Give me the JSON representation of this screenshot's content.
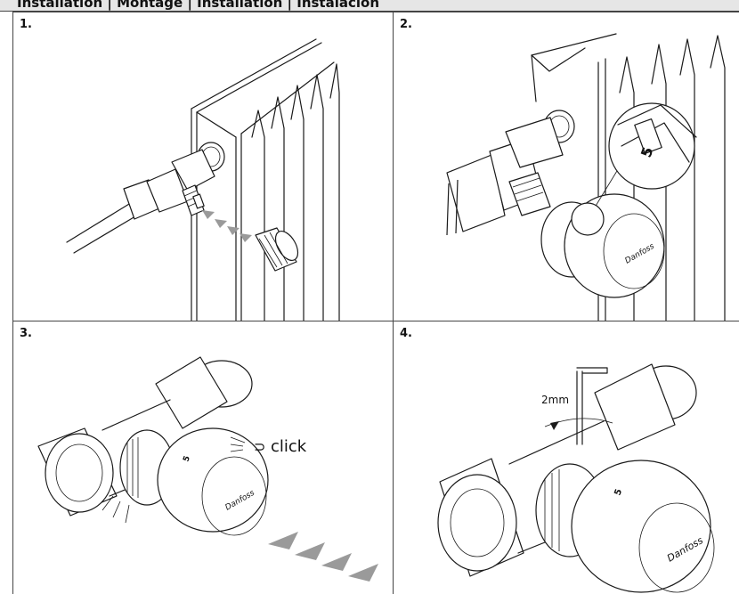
{
  "header": {
    "title": "Installation | Montage | Installation | Instalación"
  },
  "steps": [
    {
      "number": "1."
    },
    {
      "number": "2.",
      "dial_setting": "5"
    },
    {
      "number": "3.",
      "sound_label": "click",
      "dial_setting": "5"
    },
    {
      "number": "4.",
      "tool_label": "2mm",
      "dial_setting": "5"
    }
  ]
}
